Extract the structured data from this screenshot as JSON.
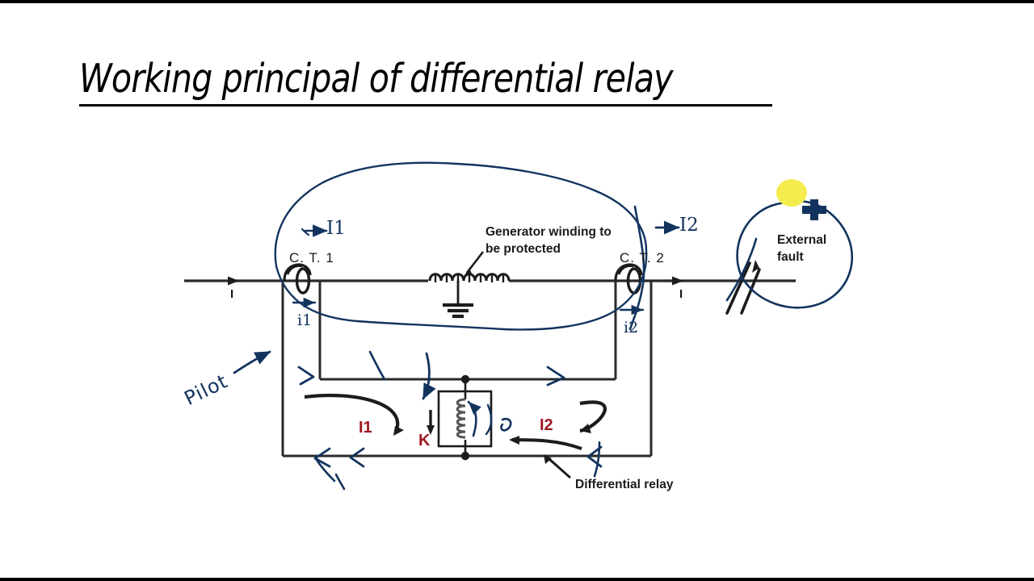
{
  "slide": {
    "title": "Working principal of differential relay",
    "background_color": "#ffffff",
    "frame_color": "#000000"
  },
  "diagram": {
    "name": "differential-relay-protection-schematic",
    "printed_labels": {
      "ct1": "C. T. 1",
      "ct2": "C. T. 2",
      "generator_winding": "Generator winding to be protected",
      "generator_winding_line1": "Generator winding to",
      "generator_winding_line2": "be protected",
      "external_fault_line1": "External",
      "external_fault_line2": "fault",
      "differential_relay": "Differential relay",
      "line_current_left": "I",
      "line_current_right": "I"
    },
    "red_annotations": {
      "i1": "I1",
      "k": "K",
      "i2": "I2",
      "color": "#a01822"
    },
    "ink_annotations": {
      "color": "#12335e",
      "pilot": "Pilot",
      "primary_current_left": "I1",
      "primary_current_right": "I2",
      "secondary_current_left": "i1",
      "secondary_current_right": "i2"
    },
    "highlight": {
      "color": "#f5ec4e",
      "name": "yellow-highlighter-blob"
    },
    "cursor": {
      "color": "#12335e",
      "name": "plus-cursor-icon"
    }
  }
}
